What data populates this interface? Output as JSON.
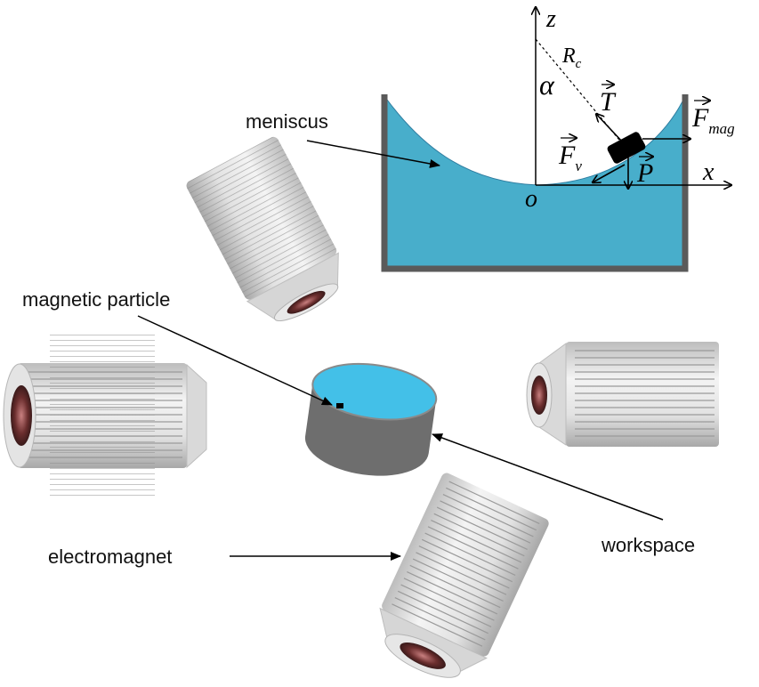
{
  "labels": {
    "meniscus": "meniscus",
    "magnetic_particle": "magnetic particle",
    "workspace": "workspace",
    "electromagnet": "electromagnet"
  },
  "symbols": {
    "z_axis": "z",
    "x_axis": "x",
    "origin": "o",
    "alpha": "α",
    "radius_base": "R",
    "radius_sub": "c",
    "tension": "T",
    "magnetic_force_base": "F",
    "magnetic_force_sub": "mag",
    "viscous_force_base": "F",
    "viscous_force_sub": "v",
    "weight": "P"
  },
  "colors": {
    "liquid": "#48aecb",
    "container_wall": "#5a5a5a",
    "particle": "#000000",
    "workspace_top": "#43c0e8",
    "workspace_side": "#6e6e6e",
    "coil_body": "#e6e6e6",
    "coil_core": "#7a3b3b"
  }
}
